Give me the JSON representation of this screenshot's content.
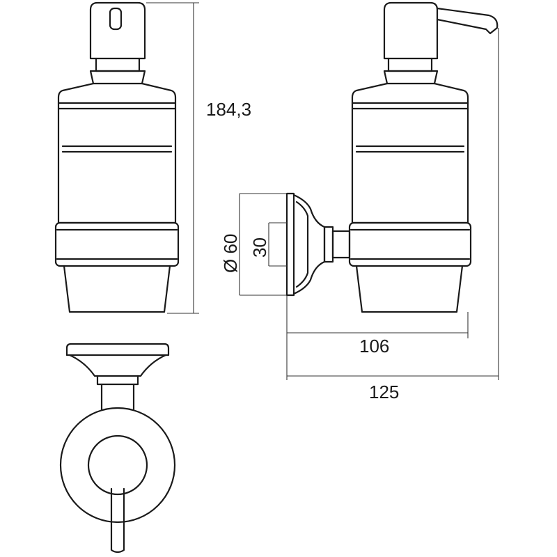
{
  "dimensions": {
    "height": "184,3",
    "diameter": "Ø 60",
    "inner": "30",
    "depth_glass": "106",
    "depth_total": "125"
  },
  "colors": {
    "line": "#1a1a1a",
    "background": "#ffffff"
  }
}
